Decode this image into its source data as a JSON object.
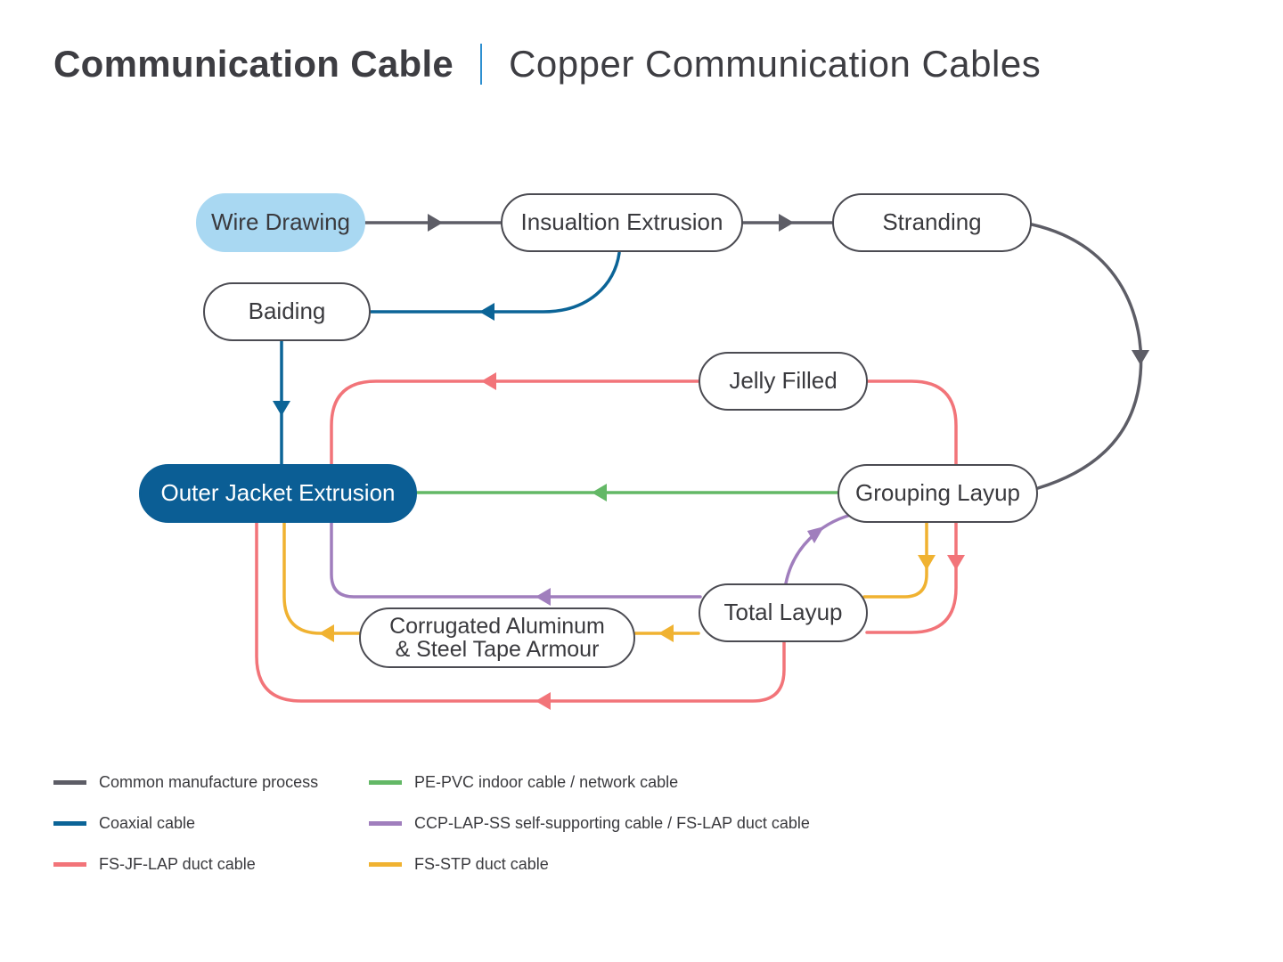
{
  "header": {
    "title": "Communication Cable",
    "subtitle": "Copper Communication Cables"
  },
  "colors": {
    "common": "#5d5d66",
    "coaxial": "#0b6497",
    "fs_jf_lap": "#f27479",
    "pe_pvc": "#63b866",
    "ccp_lap": "#a07ebd",
    "fs_stp": "#f0b231",
    "accent_separator": "#2e8fd0"
  },
  "nodes": {
    "wire_drawing": "Wire Drawing",
    "insulation_extrusion": "Insualtion Extrusion",
    "stranding": "Stranding",
    "braiding": "Baiding",
    "jelly_filled": "Jelly Filled",
    "outer_jacket": "Outer Jacket Extrusion",
    "grouping_layup": "Grouping Layup",
    "total_layup": "Total Layup",
    "armour": "Corrugated Aluminum\n& Steel Tape Armour"
  },
  "legend": [
    {
      "label": "Common manufacture process",
      "color": "#5d5d66"
    },
    {
      "label": "PE-PVC indoor cable / network cable",
      "color": "#63b866"
    },
    {
      "label": "Coaxial cable",
      "color": "#0b6497"
    },
    {
      "label": "CCP-LAP-SS self-supporting cable / FS-LAP duct cable",
      "color": "#a07ebd"
    },
    {
      "label": "FS-JF-LAP duct cable",
      "color": "#f27479"
    },
    {
      "label": "FS-STP duct cable",
      "color": "#f0b231"
    }
  ]
}
